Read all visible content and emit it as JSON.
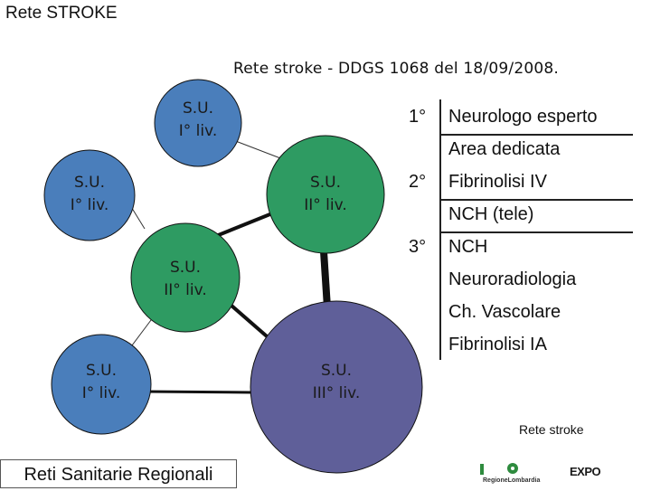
{
  "title": "Rete STROKE",
  "subtitle": "Rete stroke - DDGS 1068 del 18/09/2008.",
  "nodes": [
    {
      "label": "S.U.\nI° liv.",
      "color": "#4a7ebb"
    },
    {
      "label": "S.U.\nI° liv.",
      "color": "#4a7ebb"
    },
    {
      "label": "S.U.\nII° liv.",
      "color": "#2e9b62"
    },
    {
      "label": "S.U.\nII° liv.",
      "color": "#2e9b62"
    },
    {
      "label": "S.U.\nI° liv.",
      "color": "#4a7ebb"
    },
    {
      "label": "S.U.\nIII° liv.",
      "color": "#5f5f99"
    }
  ],
  "levels": [
    {
      "level": "1°",
      "items": [
        "Neurologo esperto",
        "Area dedicata"
      ]
    },
    {
      "level": "2°",
      "items": [
        "Fibrinolisi IV",
        "NCH (tele)"
      ]
    },
    {
      "level": "3°",
      "items": [
        "NCH",
        "Neuroradiologia",
        "Ch. Vascolare",
        "Fibrinolisi IA"
      ]
    }
  ],
  "caption": "Rete stroke",
  "footer": "Reti Sanitarie Regionali",
  "logos": {
    "lombardia_text": "RegioneLombardia",
    "expo_text": "EXPO"
  }
}
